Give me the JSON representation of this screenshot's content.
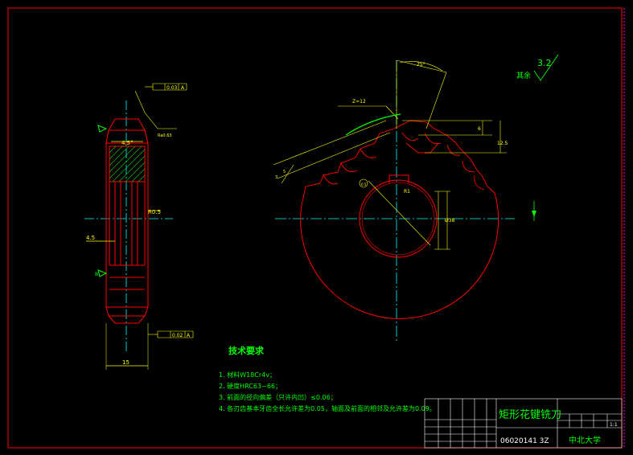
{
  "drawing": {
    "roughness_label": "其余",
    "roughness_value": "3.2",
    "section_width": "4.5°",
    "radius_small": "R0.5",
    "offset_dim": "4.5",
    "thickness_dim": "15",
    "tolerance_top": "0.03",
    "tolerance_bottom": "0.02",
    "datum": "A",
    "datum_b": "B",
    "note_label_top": "Ra0.63",
    "tooth_count": "Z=12",
    "angle_25": "25°",
    "dim_6": "6",
    "dim_12": "12.5",
    "dim_bore": "Ø38",
    "r1": "R1",
    "dim_small_a": "3",
    "dim_small_b": "5",
    "dim_small_c": "0.5"
  },
  "requirements": {
    "title": "技术要求",
    "items": [
      "1. 材料W18Cr4v；",
      "2. 硬度HRC63~66；",
      "3. 前面的径向偏差（只许内凹）≤0.06；",
      "4. 各刃齿基本牙齿全长允许差为0.05，轴面及前面的相邻及允许差为0.09。"
    ]
  },
  "title_block": {
    "part_name": "矩形花键铣刀",
    "drawing_no": "06020141 3Z",
    "school": "中北大学",
    "scale": "1:1"
  },
  "colors": {
    "outline": "#ff0000",
    "center": "#00ffff",
    "dimension": "#ffff00",
    "text": "#00ff00",
    "hatch": "#00ff00",
    "white": "#ffffff",
    "magenta": "#ff00ff"
  }
}
